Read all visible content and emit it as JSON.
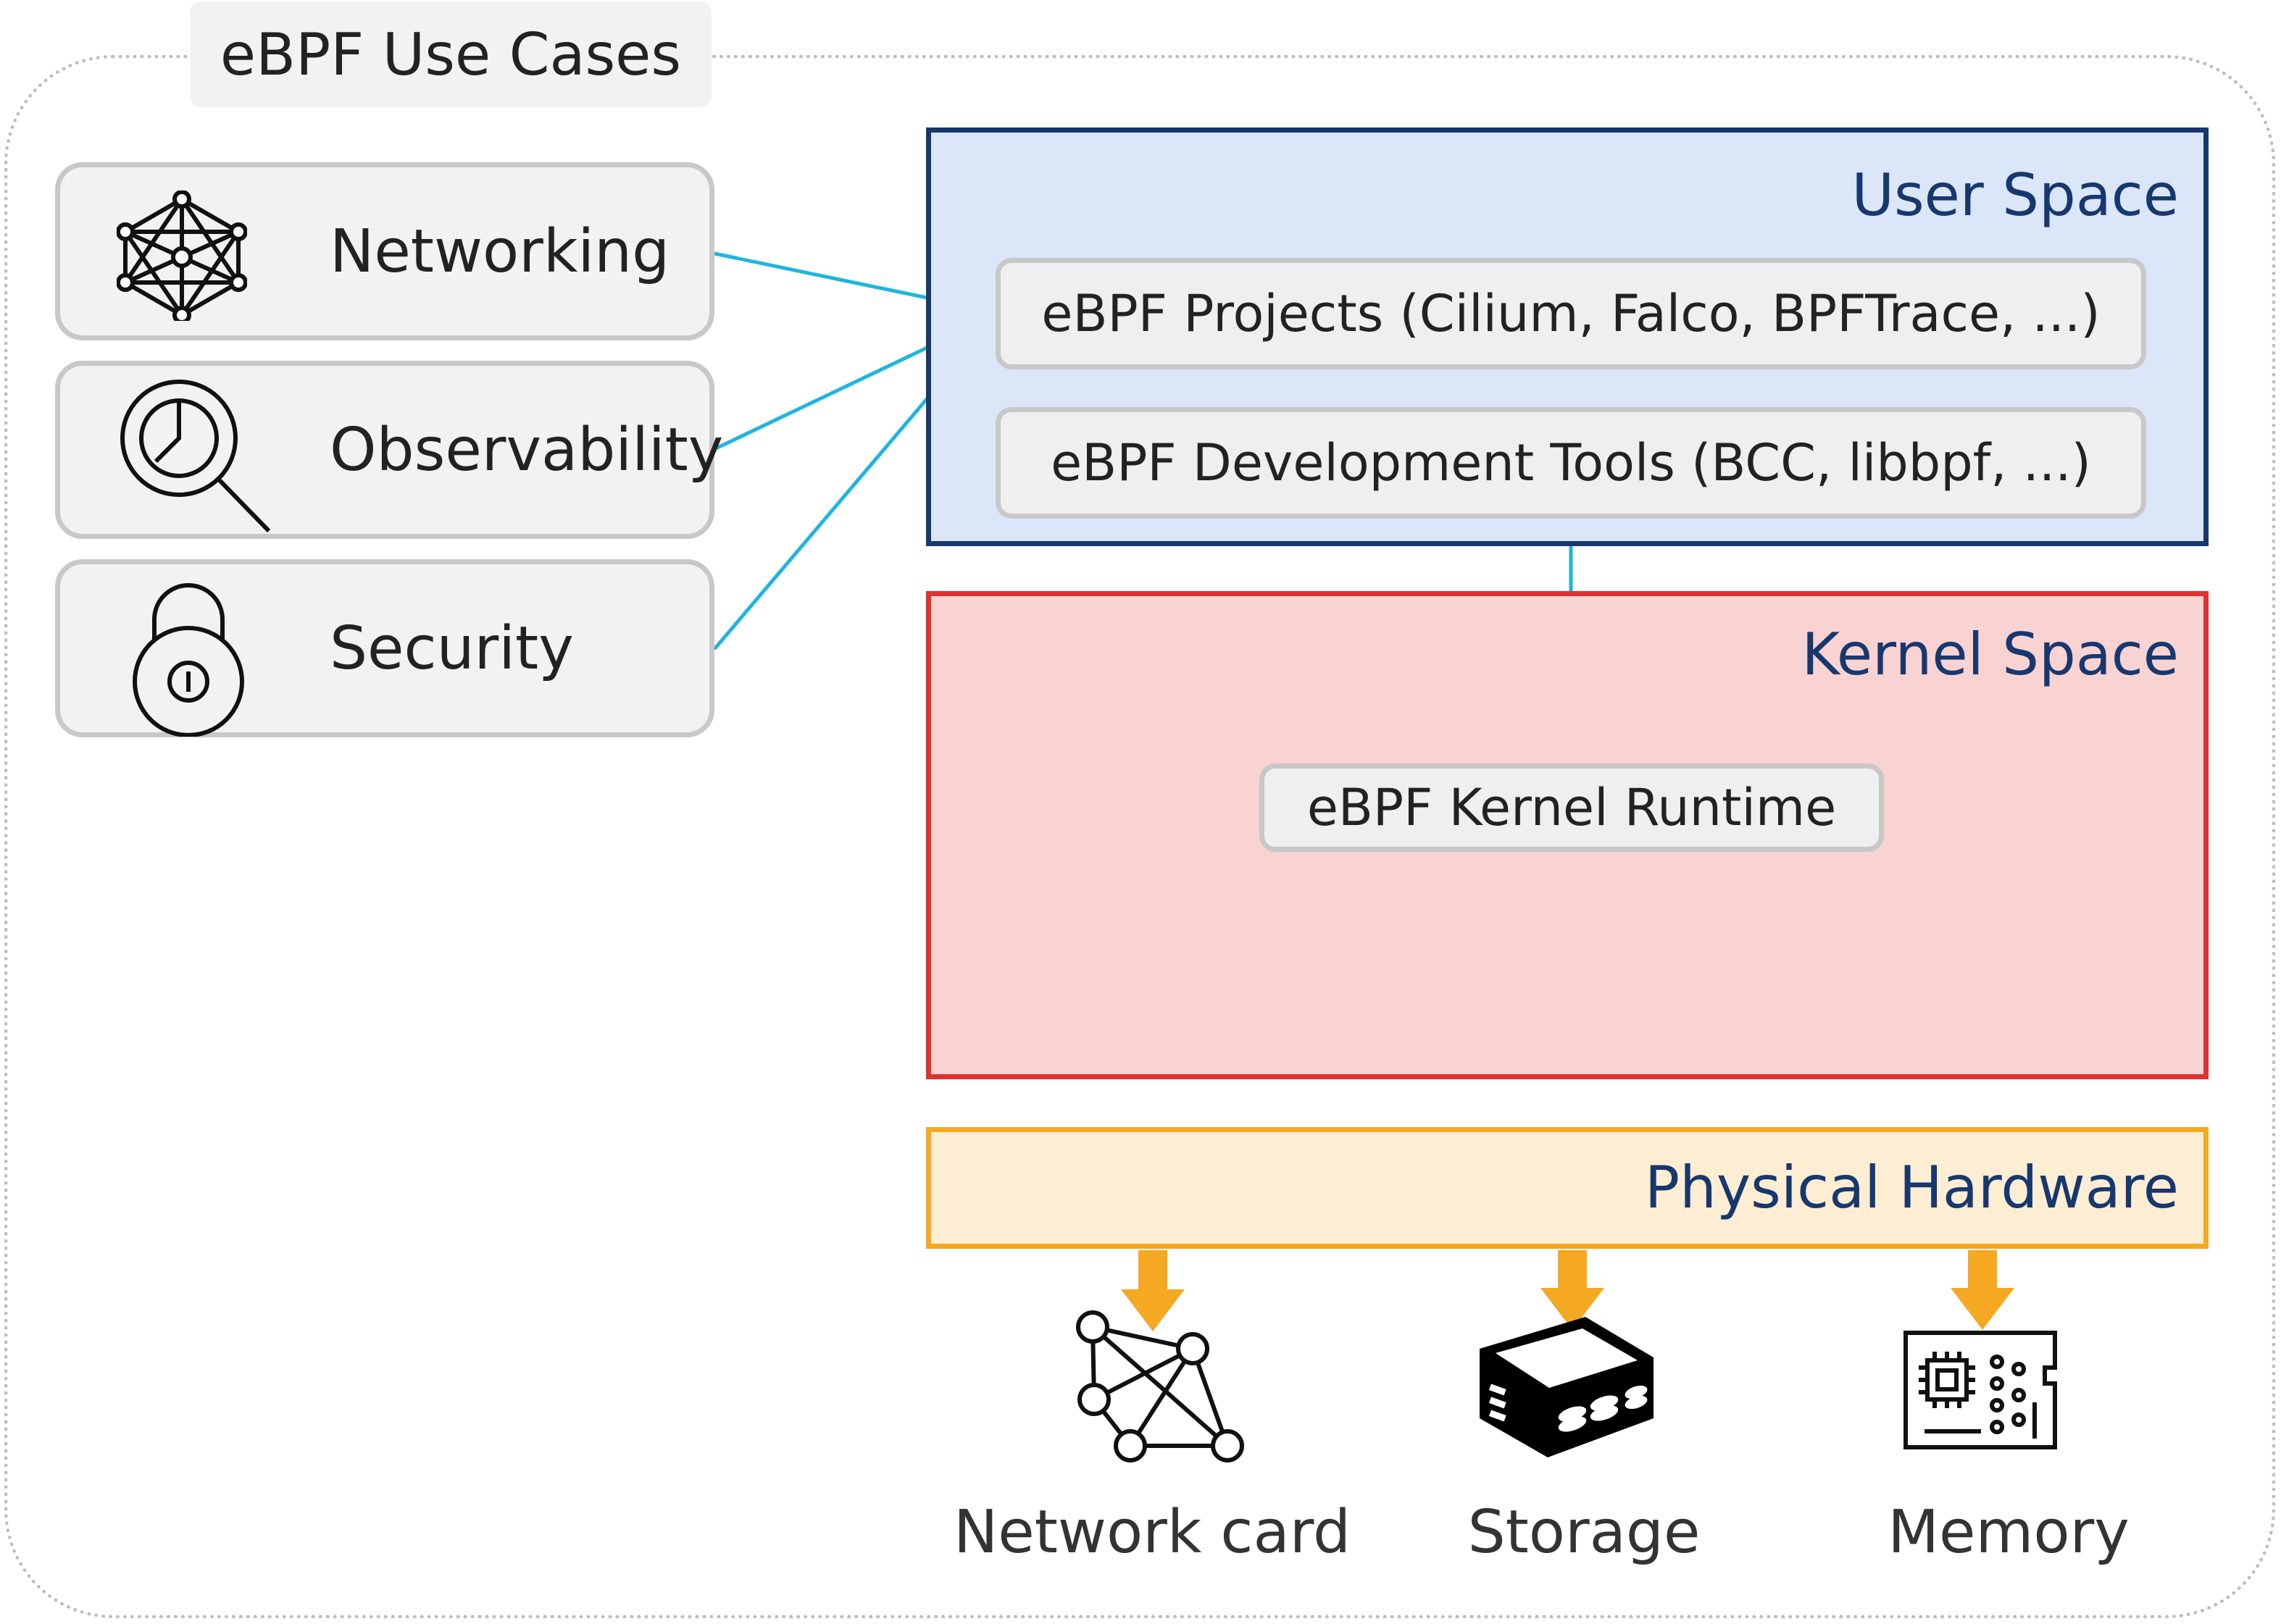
{
  "frame": {
    "title": "eBPF Use Cases"
  },
  "use_cases": [
    {
      "label": "Networking",
      "icon": "network-mesh-icon"
    },
    {
      "label": "Observability",
      "icon": "magnifier-chart-icon"
    },
    {
      "label": "Security",
      "icon": "padlock-icon"
    }
  ],
  "user_space": {
    "title": "User Space",
    "projects": "eBPF Projects (Cilium, Falco, BPFTrace, ...)",
    "dev_tools": "eBPF Development Tools (BCC, libbpf, ...)"
  },
  "kernel_space": {
    "title": "Kernel Space",
    "runtime": "eBPF Kernel Runtime"
  },
  "hardware": {
    "title": "Physical Hardware",
    "items": [
      {
        "label": "Network card",
        "icon": "network-card-icon"
      },
      {
        "label": "Storage",
        "icon": "storage-icon"
      },
      {
        "label": "Memory",
        "icon": "memory-icon"
      }
    ]
  },
  "colors": {
    "connector": "#1fb5e0",
    "user_space_border": "#17386e",
    "kernel_space_border": "#e03030",
    "hardware_border": "#f5a821",
    "arrow": "#f5a821"
  }
}
